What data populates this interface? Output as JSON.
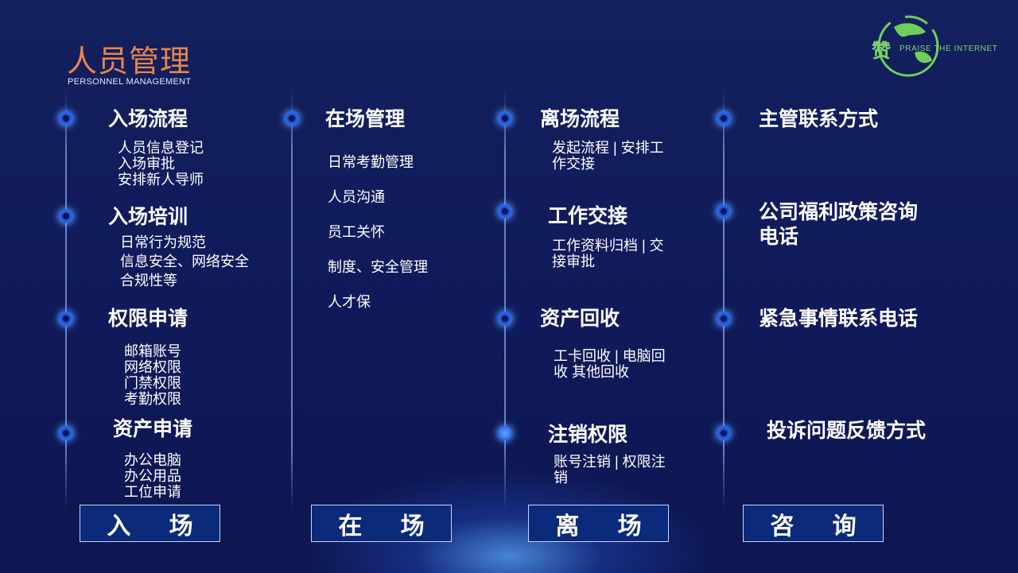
{
  "header": {
    "title": "人员管理",
    "subtitle": "PERSONNEL MANAGEMENT",
    "logo_text": "PRAISE THE INTERNET",
    "logo_char": "赞"
  },
  "columns": [
    {
      "sections": [
        {
          "heading": "入场流程",
          "lines": [
            "人员信息登记",
            "入场审批",
            "安排新人导师"
          ]
        },
        {
          "heading": "入场培训",
          "lines": [
            "日常行为规范",
            "信息安全、网络安全",
            "合规性等"
          ]
        },
        {
          "heading": "权限申请",
          "lines": [
            "邮箱账号",
            "网络权限",
            "门禁权限",
            "考勤权限"
          ]
        },
        {
          "heading": "资产申请",
          "lines": [
            "办公电脑",
            "办公用品",
            "工位申请"
          ]
        }
      ],
      "button": "入 场"
    },
    {
      "sections": [
        {
          "heading": "在场管理",
          "lines": [
            "日常考勤管理",
            "人员沟通",
            "员工关怀",
            "制度、安全管理",
            "人才保"
          ]
        }
      ],
      "button": "在 场"
    },
    {
      "sections": [
        {
          "heading": "离场流程",
          "lines": [
            "发起流程 | 安排工",
            "作交接"
          ]
        },
        {
          "heading": "工作交接",
          "lines": [
            "工作资料归档 | 交",
            "接审批"
          ]
        },
        {
          "heading": "资产回收",
          "lines": [
            "工卡回收 | 电脑回",
            "收 其他回收"
          ]
        },
        {
          "heading": "注销权限",
          "lines": [
            "账号注销 | 权限注",
            "销"
          ]
        }
      ],
      "button": "离 场"
    },
    {
      "sections": [
        {
          "heading": "主管联系方式",
          "lines": []
        },
        {
          "heading": "公司福利政策咨询电话",
          "lines": []
        },
        {
          "heading": "紧急事情联系电话",
          "lines": []
        },
        {
          "heading": "投诉问题反馈方式",
          "lines": []
        }
      ],
      "button": "咨 询"
    }
  ],
  "colors": {
    "title": "#e8844a",
    "accent_dot": "#2f6ff0",
    "logo": "#7fd46a",
    "button_bg": "#0b2a7a"
  }
}
